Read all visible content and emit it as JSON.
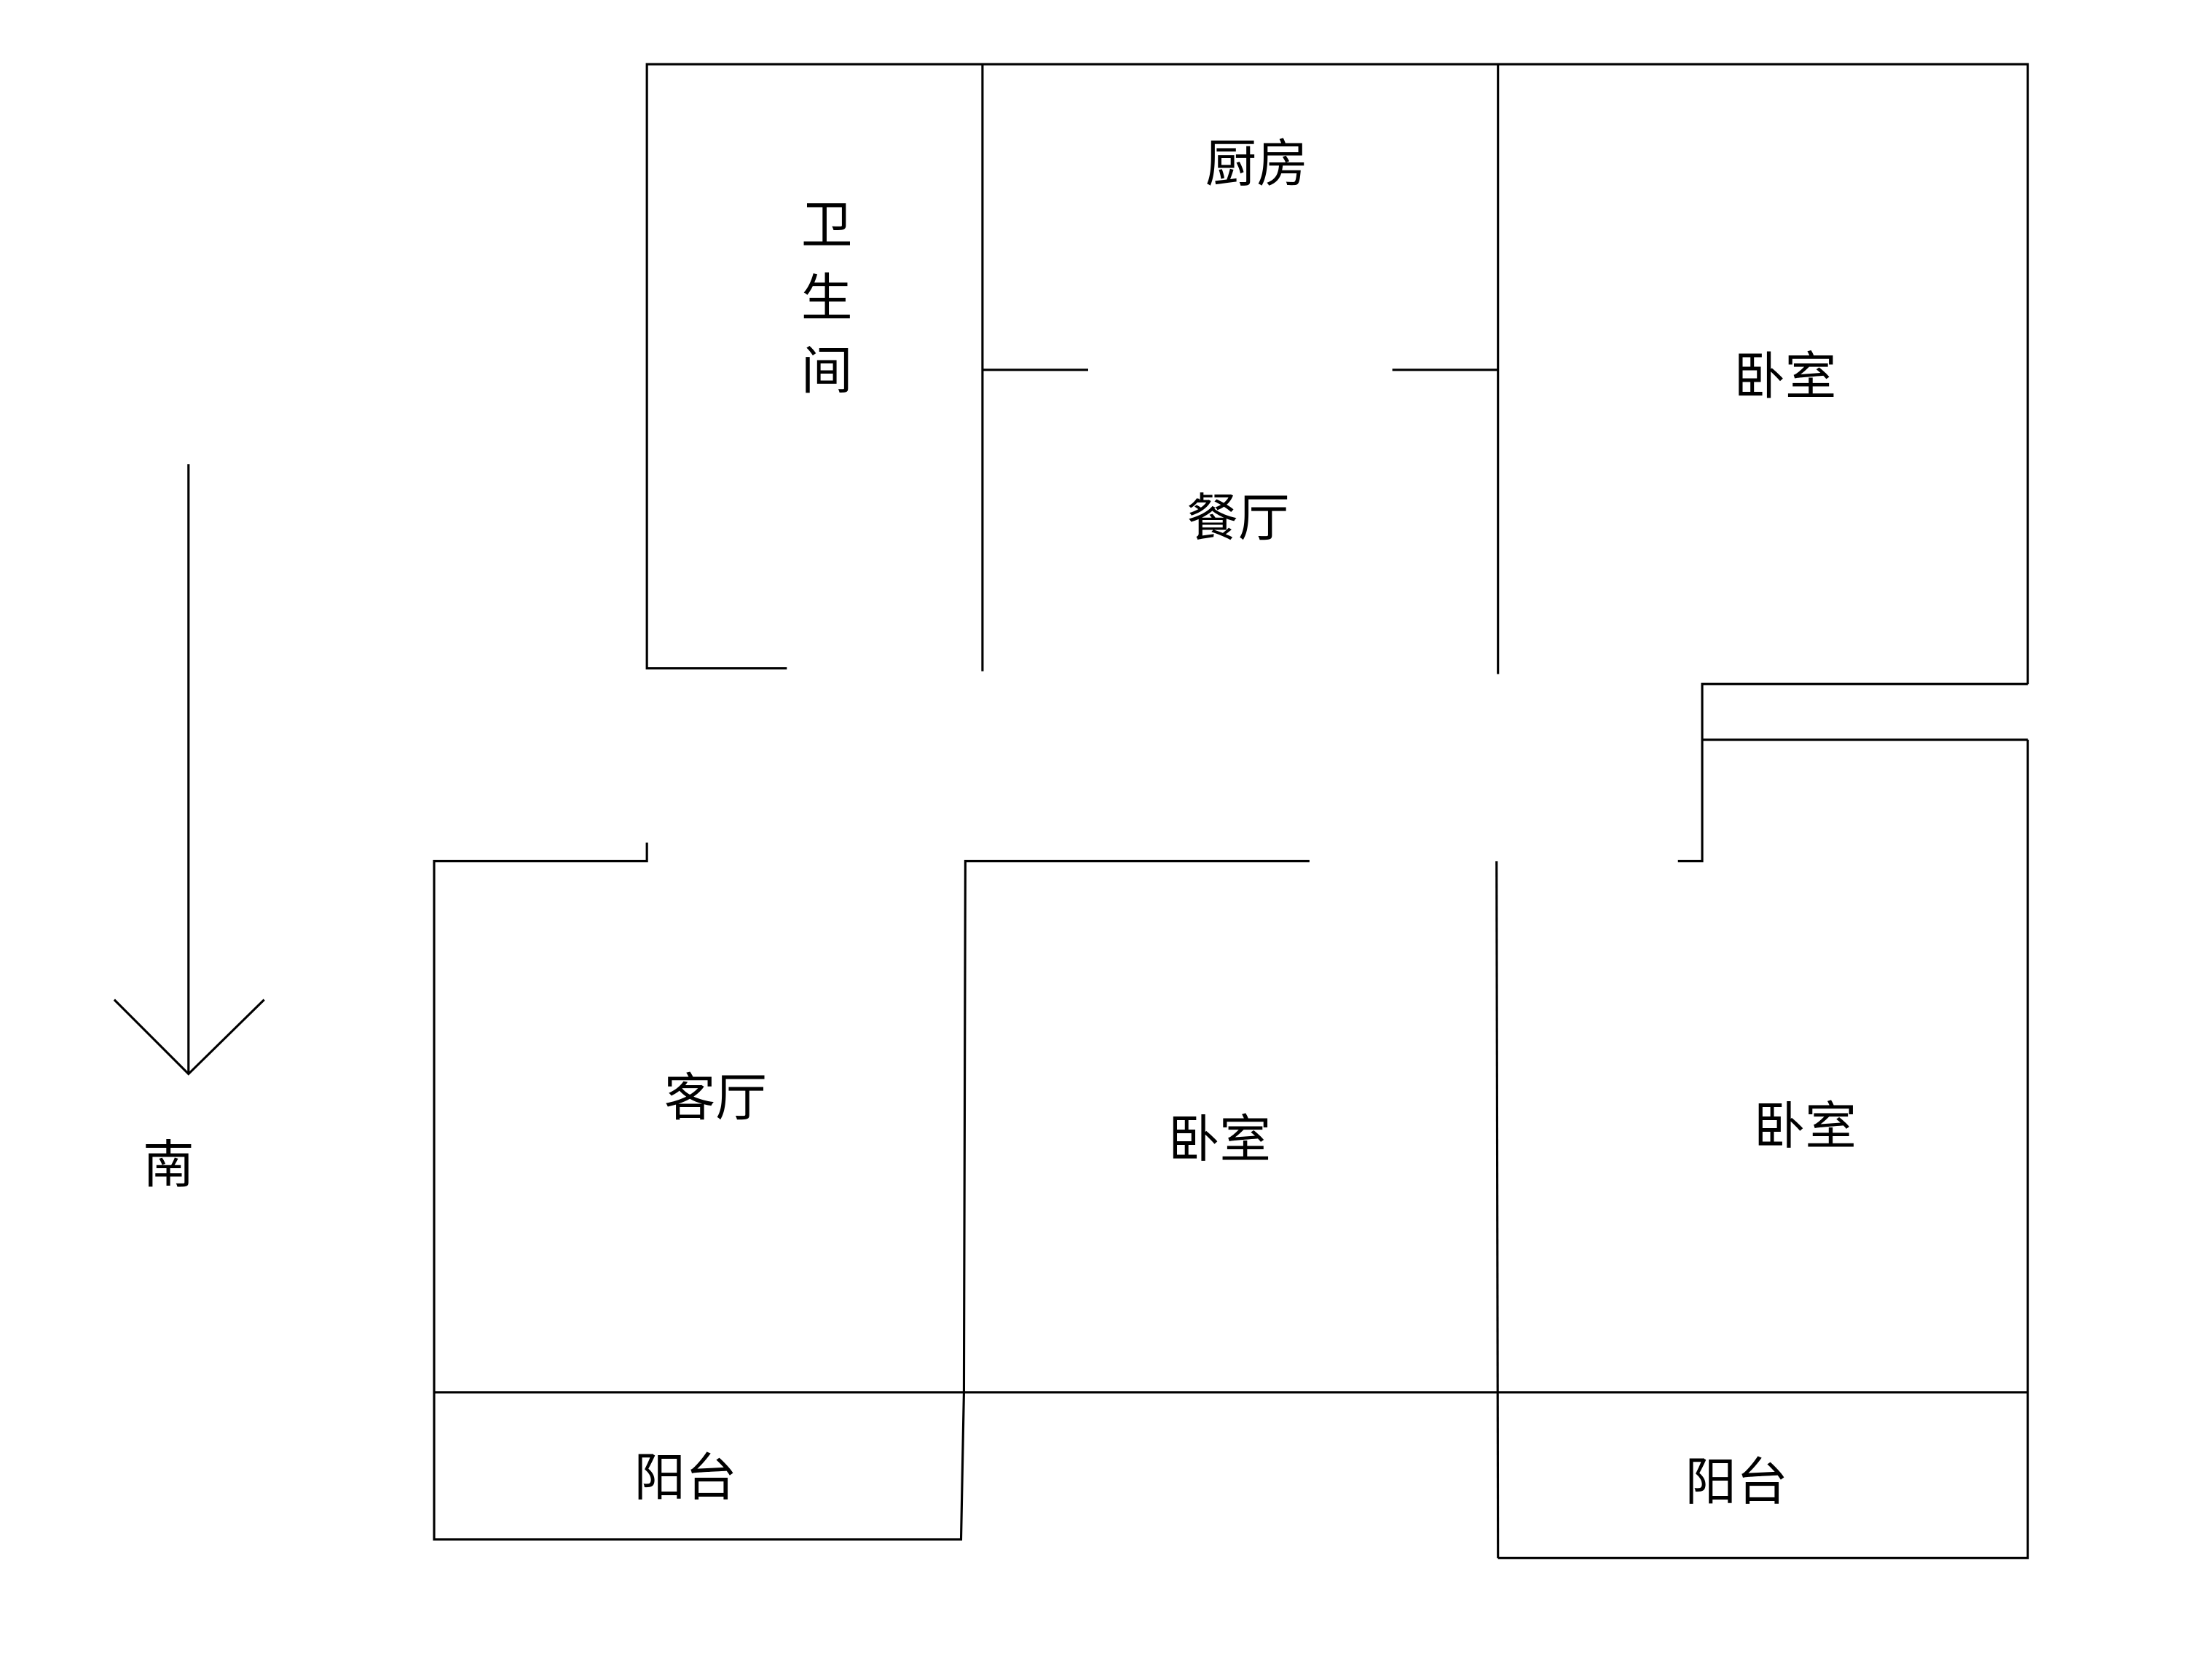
{
  "diagram": {
    "type": "floor-plan",
    "compass": {
      "label": "南"
    },
    "rooms": {
      "bathroom": "卫生间",
      "kitchen": "厨房",
      "dining": "餐厅",
      "bedroom_ne": "卧室",
      "living": "客厅",
      "bedroom_s": "卧室",
      "bedroom_se": "卧室",
      "balcony_w": "阳台",
      "balcony_e": "阳台"
    },
    "colors": {
      "line": "#000000",
      "background": "#ffffff"
    }
  }
}
